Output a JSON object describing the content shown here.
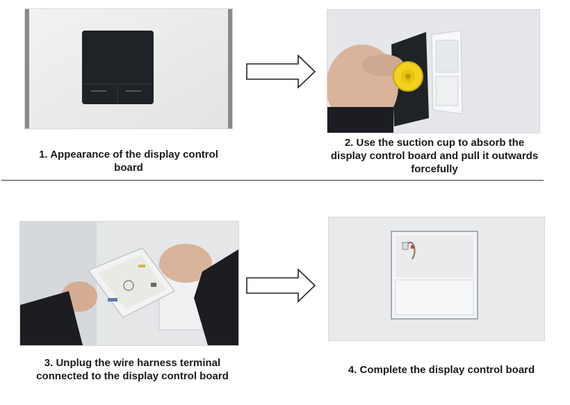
{
  "steps": [
    {
      "number": 1,
      "caption": "1. Appearance of the display control board",
      "photo": "display-control-board-on-wall"
    },
    {
      "number": 2,
      "caption": "2. Use the suction cup to absorb the display control board and pull it outwards forcefully",
      "photo": "suction-cup-pulling-board"
    },
    {
      "number": 3,
      "caption": "3. Unplug the wire harness terminal connected to the display control board",
      "photo": "hands-holding-board-unplugging"
    },
    {
      "number": 4,
      "caption": "4. Complete the display control board",
      "photo": "empty-wall-recess"
    }
  ],
  "icons": [
    "right-arrow-icon",
    "right-arrow-icon"
  ],
  "colors": {
    "suction_cup": "#f3d21c",
    "board": "#1f2226",
    "wall": "#eceef0",
    "jacket": "#1b1d22",
    "divider": "#333333"
  }
}
